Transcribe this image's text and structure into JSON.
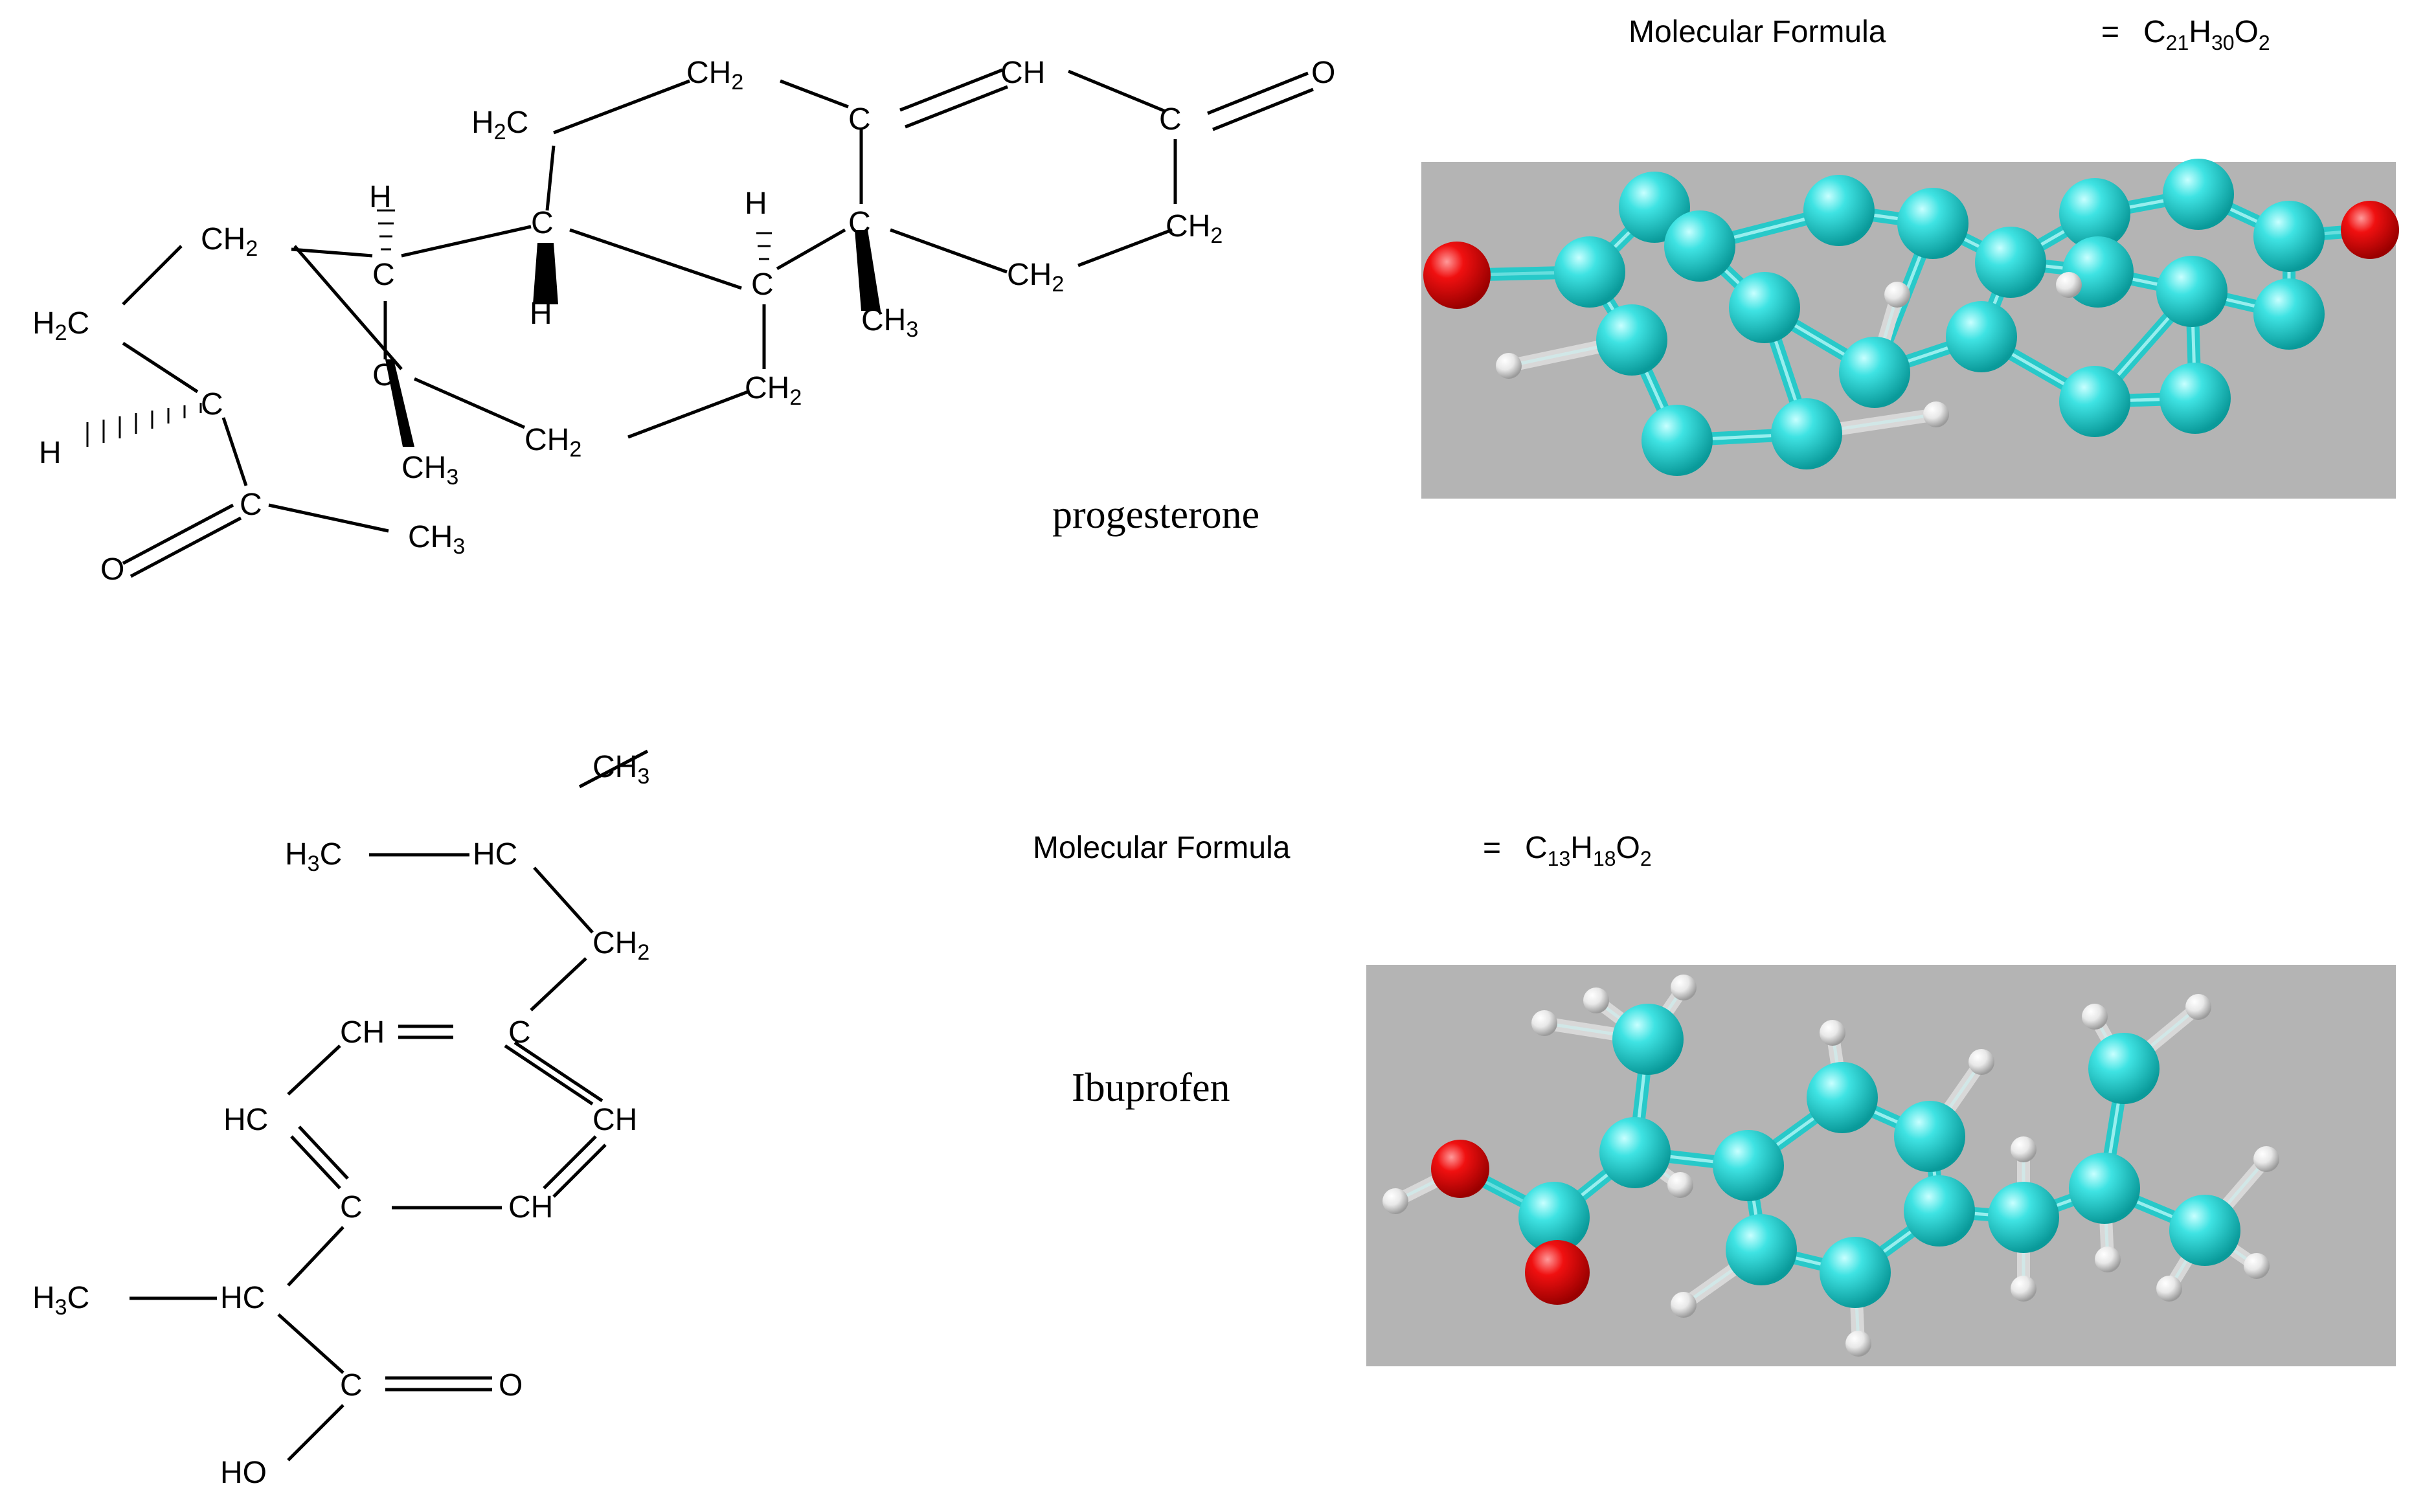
{
  "progesterone": {
    "name": "progesterone",
    "formula_label": "Molecular Formula",
    "formula_eq": "=",
    "formula": [
      {
        "t": "C"
      },
      {
        "t": "21",
        "sub": true
      },
      {
        "t": "H"
      },
      {
        "t": "30",
        "sub": true
      },
      {
        "t": "O"
      },
      {
        "t": "2",
        "sub": true
      }
    ],
    "model_colors": {
      "background": "#b4b4b4",
      "carbon": "#33d6d6",
      "oxygen": "#ee0000",
      "hydrogen": "#f0f0f0"
    }
  },
  "ibuprofen": {
    "name": "Ibuprofen",
    "formula_label": "Molecular Formula",
    "formula_eq": "=",
    "formula": [
      {
        "t": "C"
      },
      {
        "t": "13",
        "sub": true
      },
      {
        "t": "H"
      },
      {
        "t": "18",
        "sub": true
      },
      {
        "t": "O"
      },
      {
        "t": "2",
        "sub": true
      }
    ],
    "model_colors": {
      "background": "#b4b4b4",
      "carbon": "#33d6d6",
      "oxygen": "#ee0000",
      "hydrogen": "#f0f0f0"
    }
  }
}
